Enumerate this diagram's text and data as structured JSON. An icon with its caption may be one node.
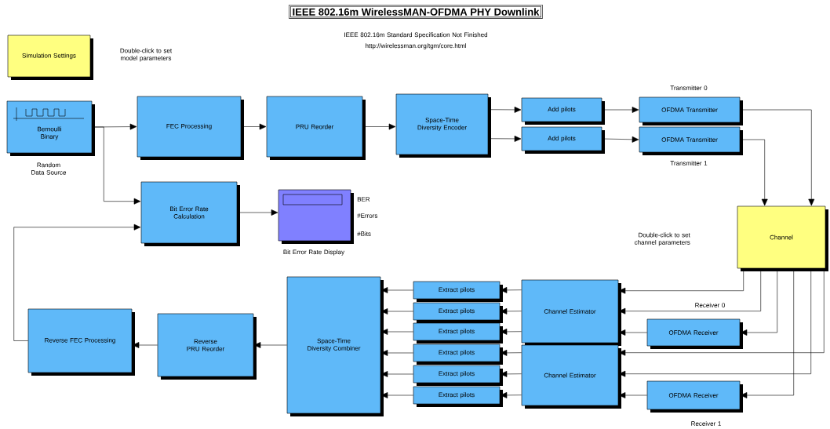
{
  "diagram": {
    "title": "IEEE 802.16m WirelessMAN-OFDMA PHY Downlink",
    "nodes": [
      {
        "text": [
          "Simulation Settings"
        ]
      },
      {
        "text": [
          "Bernoulli Binary"
        ],
        "beside": [
          "Random Data Source"
        ]
      },
      {
        "text": [
          "FEC Processing"
        ]
      },
      {
        "text": [
          "PRU Reorder"
        ]
      },
      {
        "text": [
          "Space-Time Diversity Encoder"
        ]
      },
      {
        "text": [
          "Add pilots"
        ]
      },
      {
        "text": [
          "Add pilots"
        ]
      },
      {
        "text": [
          "OFDMA Transmitter"
        ],
        "beside": [
          "Transmitter 0"
        ]
      },
      {
        "text": [
          "OFDMA Transmitter"
        ],
        "beside": [
          "Transmitter 1"
        ]
      },
      {
        "text": [
          "Bit Error Rate Calculation"
        ]
      },
      {
        "text": [],
        "shape": "box",
        "beside": [
          "BER",
          "#Errors",
          "#Bits",
          "Bit Error Rate Display"
        ]
      },
      {
        "text": [
          "Channel"
        ]
      },
      {
        "text": [
          "Channel Estimator"
        ]
      },
      {
        "text": [
          "Channel Estimator"
        ]
      },
      {
        "text": [
          "OFDMA Receiver"
        ],
        "beside": [
          "Receiver 0"
        ]
      },
      {
        "text": [
          "OFDMA Receiver"
        ],
        "beside": [
          "Receiver 1"
        ]
      },
      {
        "text": [
          "Extract pilots"
        ]
      },
      {
        "text": [
          "Extract pilots"
        ]
      },
      {
        "text": [
          "Extract pilots"
        ]
      },
      {
        "text": [
          "Extract pilots"
        ]
      },
      {
        "text": [
          "Extract pilots"
        ]
      },
      {
        "text": [
          "Extract pilots"
        ]
      },
      {
        "text": [
          "Space-Time Diversity Combiner"
        ]
      },
      {
        "text": [
          "Reverse PRU Reorder"
        ]
      },
      {
        "text": [
          "Reverse FEC Processing"
        ]
      }
    ],
    "edges": [
      {
        "from": 1,
        "to": 2,
        "arrow": "to"
      },
      {
        "from": 1,
        "to": 9,
        "arrow": "to"
      },
      {
        "from": 2,
        "to": 3,
        "arrow": "to"
      },
      {
        "from": 3,
        "to": 4,
        "arrow": "to"
      },
      {
        "from": 4,
        "to": 5,
        "arrow": "to"
      },
      {
        "from": 4,
        "to": 6,
        "arrow": "to"
      },
      {
        "from": 5,
        "to": 7,
        "arrow": "to"
      },
      {
        "from": 6,
        "to": 8,
        "arrow": "to"
      },
      {
        "from": 7,
        "to": 11,
        "arrow": "to"
      },
      {
        "from": 8,
        "to": 11,
        "arrow": "to"
      },
      {
        "from": 9,
        "to": 10,
        "arrow": "to"
      },
      {
        "from": 11,
        "to": 12,
        "arrow": "to"
      },
      {
        "from": 11,
        "to": 12,
        "arrow": "to"
      },
      {
        "from": 11,
        "to": 14,
        "arrow": "to"
      },
      {
        "from": 14,
        "to": 12,
        "arrow": "to"
      },
      {
        "from": 11,
        "to": 13,
        "arrow": "to"
      },
      {
        "from": 11,
        "to": 13,
        "arrow": "to"
      },
      {
        "from": 11,
        "to": 15,
        "arrow": "to"
      },
      {
        "from": 15,
        "to": 13,
        "arrow": "to"
      },
      {
        "from": 12,
        "to": 16,
        "arrow": "to"
      },
      {
        "from": 12,
        "to": 17,
        "arrow": "to"
      },
      {
        "from": 12,
        "to": 18,
        "arrow": "to"
      },
      {
        "from": 13,
        "to": 19,
        "arrow": "to"
      },
      {
        "from": 13,
        "to": 20,
        "arrow": "to"
      },
      {
        "from": 13,
        "to": 21,
        "arrow": "to"
      },
      {
        "from": 16,
        "to": 22,
        "arrow": "to"
      },
      {
        "from": 17,
        "to": 22,
        "arrow": "to"
      },
      {
        "from": 18,
        "to": 22,
        "arrow": "to"
      },
      {
        "from": 19,
        "to": 22,
        "arrow": "to"
      },
      {
        "from": 20,
        "to": 22,
        "arrow": "to"
      },
      {
        "from": 21,
        "to": 22,
        "arrow": "to"
      },
      {
        "from": 22,
        "to": 23,
        "arrow": "to"
      },
      {
        "from": 23,
        "to": 24,
        "arrow": "to"
      },
      {
        "from": 24,
        "to": 9,
        "arrow": "to"
      }
    ],
    "labels": [
      "Double-click to set model parameters",
      "IEEE 802.16m Standard Specification Not Finished",
      "http://wirelessman.org/tgm/core.html",
      "Double-click to set channel parameters"
    ]
  }
}
